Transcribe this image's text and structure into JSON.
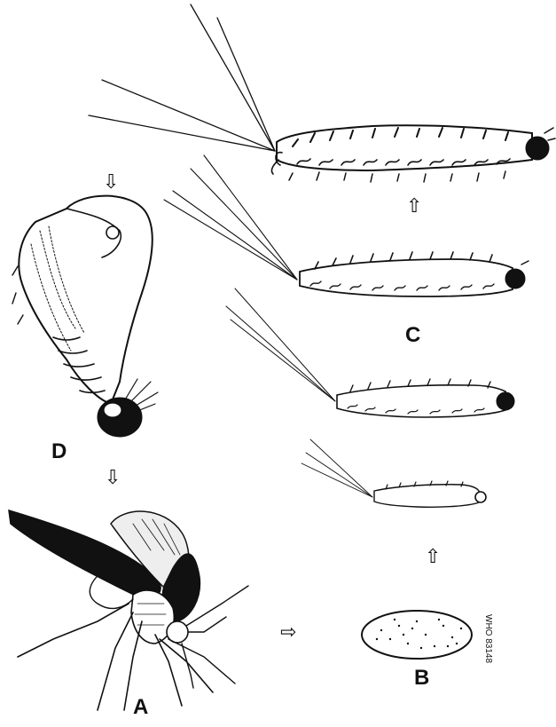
{
  "figure": {
    "labels": {
      "adult": "A",
      "egg": "B",
      "larva": "C",
      "pupa": "D"
    },
    "credit": "WHO 83148",
    "arrows": {
      "adult_to_egg": "⇨",
      "egg_to_larva": "⇧",
      "larva_up": "⇧",
      "to_pupa": "⇩",
      "pupa_to_adult": "⇩"
    },
    "ink_color": "#111111"
  }
}
